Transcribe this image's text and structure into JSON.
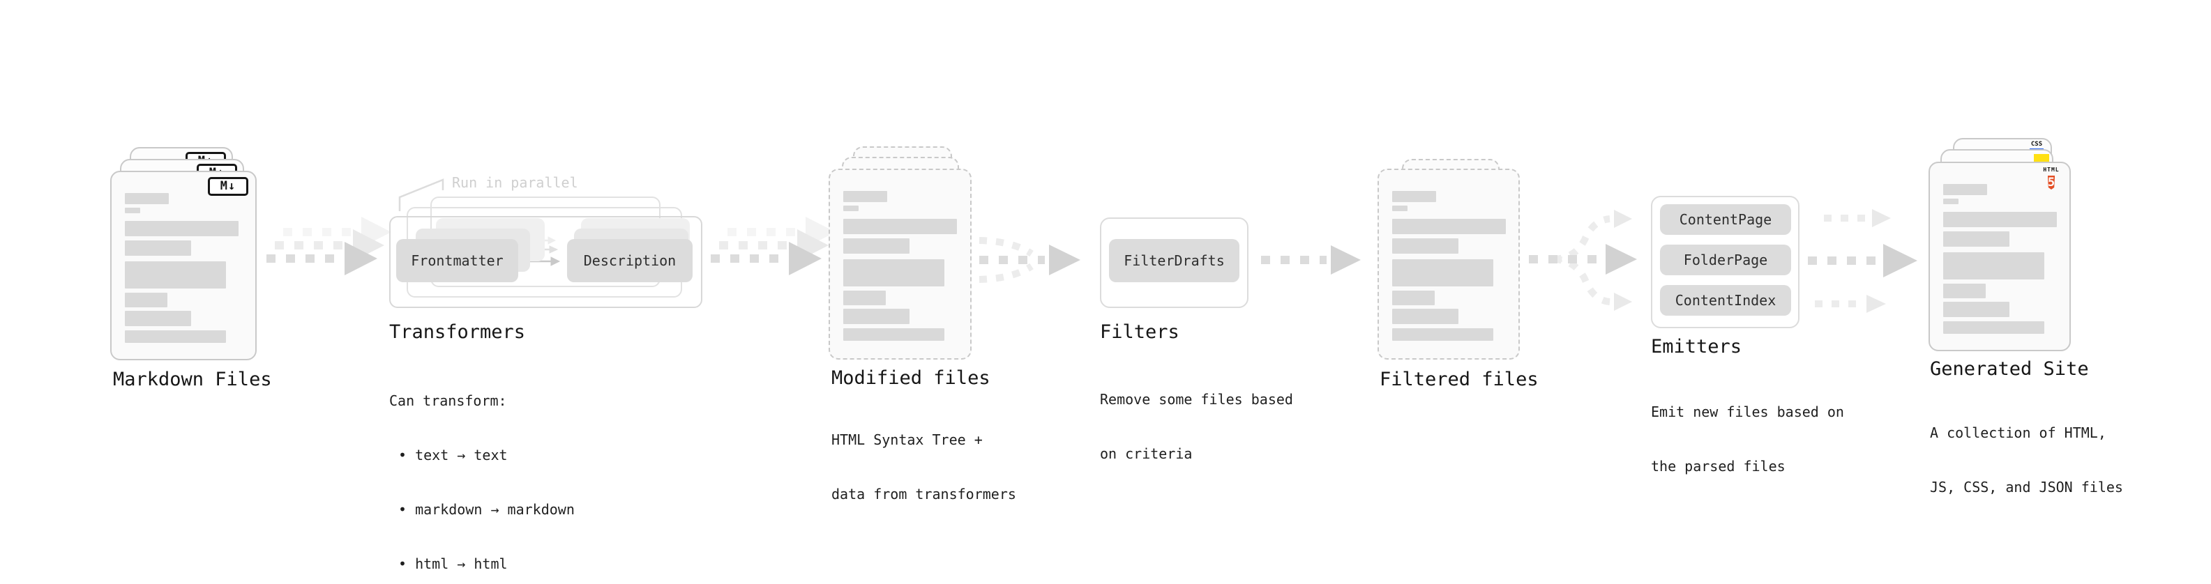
{
  "markdown_files": {
    "label": "Markdown Files",
    "badge": "M↓"
  },
  "transformers": {
    "label": "Transformers",
    "parallel_note": "Run in parallel",
    "transformer1": "Frontmatter",
    "transformer2": "Description",
    "desc_line1": "Can transform:",
    "desc_line2": "• text → text",
    "desc_line3": "• markdown → markdown",
    "desc_line4": "• html → html"
  },
  "modified_files": {
    "label": "Modified files",
    "desc_line1": "HTML Syntax Tree +",
    "desc_line2": "data from transformers"
  },
  "filters": {
    "label": "Filters",
    "filter1": "FilterDrafts",
    "desc_line1": "Remove some files based",
    "desc_line2": "on criteria"
  },
  "filtered_files": {
    "label": "Filtered files"
  },
  "emitters": {
    "label": "Emitters",
    "emitter1": "ContentPage",
    "emitter2": "FolderPage",
    "emitter3": "ContentIndex",
    "desc_line1": "Emit new files based on",
    "desc_line2": "the parsed files"
  },
  "generated_site": {
    "label": "Generated Site",
    "desc_line1": "A collection of HTML,",
    "desc_line2": "JS, CSS, and JSON files",
    "html_badge_label": "HTML",
    "html_badge_number": "5",
    "css_badge_label": "CSS"
  },
  "colors": {
    "html5_orange": "#e34f26",
    "js_yellow": "#ffe013",
    "css_blue": "#2965f1",
    "doc_bar": "#d9d9d9",
    "arrow": "#d2d2d2",
    "text_primary": "#1b1b1b",
    "text_muted": "#cfcfcf"
  }
}
